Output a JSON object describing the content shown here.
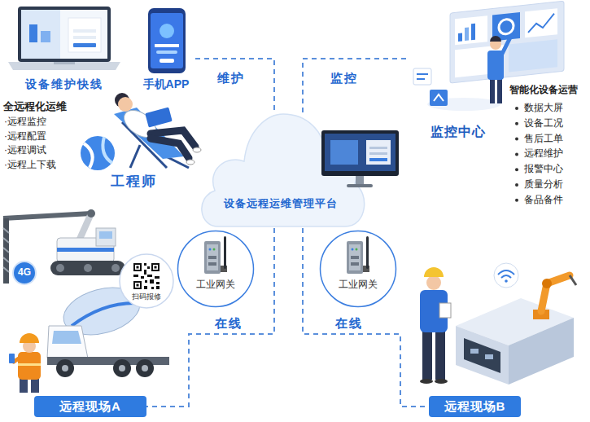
{
  "diagram": {
    "nodes": [
      {
        "text": [
          "设备维护快线"
        ]
      },
      {
        "text": [
          "手机APP"
        ]
      },
      {
        "text": [
          "监控中心"
        ]
      },
      {
        "text": [
          "设备远程运维管理平台"
        ]
      },
      {
        "text": [
          "工业网关"
        ]
      },
      {
        "text": [
          "工业网关"
        ]
      },
      {
        "text": [
          "扫码报修"
        ]
      },
      {
        "text": [
          "远程现场A"
        ]
      },
      {
        "text": [
          "远程现场B"
        ]
      }
    ],
    "edges": [
      {
        "from": 1,
        "to": 3,
        "arrow": "none",
        "label": "维护"
      },
      {
        "from": 3,
        "to": 2,
        "arrow": "none",
        "label": "监控"
      },
      {
        "from": 3,
        "to": 7,
        "arrow": "none",
        "label": "在线"
      },
      {
        "from": 3,
        "to": 8,
        "arrow": "none",
        "label": "在线"
      }
    ],
    "labels": [
      "全远程化运维",
      "·远程监控",
      "·远程配置",
      "·远程调试",
      "·远程上下载",
      "工程师",
      "智能化设备运营",
      "数据大屏",
      "设备工况",
      "售后工单",
      "远程维护",
      "报警中心",
      "质量分析",
      "备品备件",
      "4G"
    ]
  }
}
